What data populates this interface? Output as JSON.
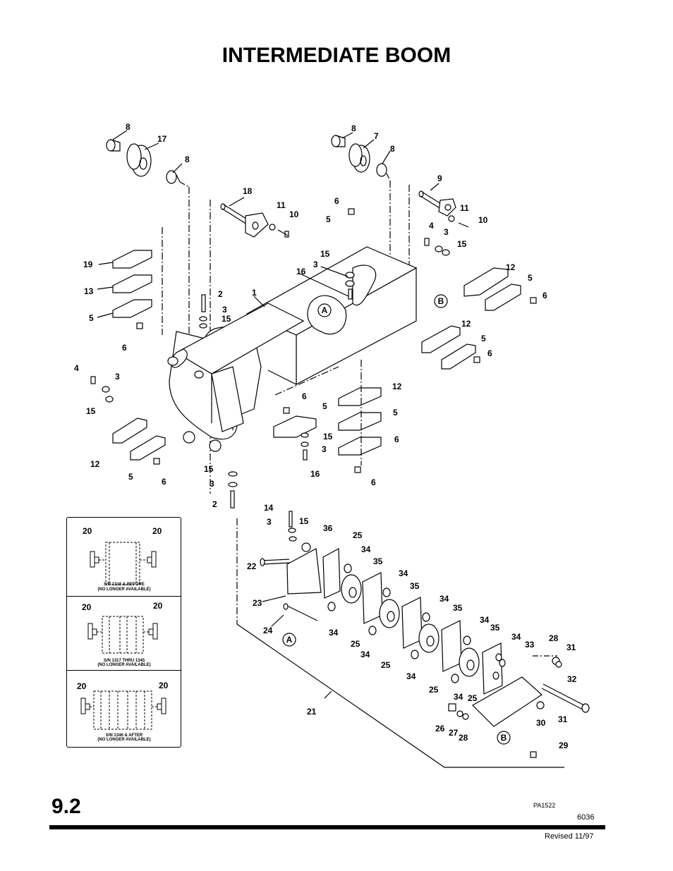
{
  "title": "INTERMEDIATE BOOM",
  "page_number": "9.2",
  "figure_id": "PA1522",
  "doc_number": "6036",
  "revised": "Revised  11/97",
  "inset": {
    "panel1": {
      "left_label": "20",
      "right_label": "20",
      "cap1": "S/N 1316 & BEFORE",
      "cap2": "(NO LONGER AVAILABLE)"
    },
    "panel2": {
      "left_label": "20",
      "right_label": "20",
      "cap1": "S/N 1317 THRU 1345",
      "cap2": "(NO LONGER AVAILABLE)"
    },
    "panel3": {
      "left_label": "20",
      "right_label": "20",
      "cap1": "S/N 1346 & AFTER",
      "cap2": "(NO LONGER AVAILABLE)"
    }
  },
  "detail_markers": [
    "A",
    "B",
    "A",
    "B"
  ],
  "callouts": [
    {
      "id": "c1",
      "t": "8"
    },
    {
      "id": "c2",
      "t": "17"
    },
    {
      "id": "c3",
      "t": "8"
    },
    {
      "id": "c4",
      "t": "8"
    },
    {
      "id": "c5",
      "t": "7"
    },
    {
      "id": "c6",
      "t": "8"
    },
    {
      "id": "c7",
      "t": "9"
    },
    {
      "id": "c8",
      "t": "18"
    },
    {
      "id": "c9",
      "t": "11"
    },
    {
      "id": "c10",
      "t": "10"
    },
    {
      "id": "c11",
      "t": "6"
    },
    {
      "id": "c12",
      "t": "5"
    },
    {
      "id": "c13",
      "t": "11"
    },
    {
      "id": "c14",
      "t": "10"
    },
    {
      "id": "c15",
      "t": "4"
    },
    {
      "id": "c16",
      "t": "3"
    },
    {
      "id": "c17",
      "t": "15"
    },
    {
      "id": "c18",
      "t": "19"
    },
    {
      "id": "c19",
      "t": "13"
    },
    {
      "id": "c20",
      "t": "5"
    },
    {
      "id": "c21",
      "t": "6"
    },
    {
      "id": "c22",
      "t": "15"
    },
    {
      "id": "c23",
      "t": "3"
    },
    {
      "id": "c24",
      "t": "16"
    },
    {
      "id": "c25",
      "t": "2"
    },
    {
      "id": "c26",
      "t": "3"
    },
    {
      "id": "c27",
      "t": "15"
    },
    {
      "id": "c28",
      "t": "1"
    },
    {
      "id": "c29",
      "t": "12"
    },
    {
      "id": "c30",
      "t": "5"
    },
    {
      "id": "c31",
      "t": "6"
    },
    {
      "id": "c32",
      "t": "12"
    },
    {
      "id": "c33",
      "t": "5"
    },
    {
      "id": "c34",
      "t": "6"
    },
    {
      "id": "c35",
      "t": "4"
    },
    {
      "id": "c36",
      "t": "3"
    },
    {
      "id": "c37",
      "t": "15"
    },
    {
      "id": "c38",
      "t": "12"
    },
    {
      "id": "c39",
      "t": "5"
    },
    {
      "id": "c40",
      "t": "6"
    },
    {
      "id": "c41",
      "t": "6"
    },
    {
      "id": "c42",
      "t": "5"
    },
    {
      "id": "c43",
      "t": "15"
    },
    {
      "id": "c44",
      "t": "3"
    },
    {
      "id": "c45",
      "t": "16"
    },
    {
      "id": "c46",
      "t": "12"
    },
    {
      "id": "c47",
      "t": "5"
    },
    {
      "id": "c48",
      "t": "6"
    },
    {
      "id": "c49",
      "t": "6"
    },
    {
      "id": "c50",
      "t": "15"
    },
    {
      "id": "c51",
      "t": "3"
    },
    {
      "id": "c52",
      "t": "2"
    },
    {
      "id": "c53",
      "t": "14"
    },
    {
      "id": "c54",
      "t": "3"
    },
    {
      "id": "c55",
      "t": "15"
    },
    {
      "id": "c56",
      "t": "36"
    },
    {
      "id": "c57",
      "t": "22"
    },
    {
      "id": "c58",
      "t": "25"
    },
    {
      "id": "c59",
      "t": "34"
    },
    {
      "id": "c60",
      "t": "35"
    },
    {
      "id": "c61",
      "t": "34"
    },
    {
      "id": "c62",
      "t": "23"
    },
    {
      "id": "c63",
      "t": "35"
    },
    {
      "id": "c64",
      "t": "34"
    },
    {
      "id": "c65",
      "t": "35"
    },
    {
      "id": "c66",
      "t": "24"
    },
    {
      "id": "c67",
      "t": "34"
    },
    {
      "id": "c68",
      "t": "25"
    },
    {
      "id": "c69",
      "t": "34"
    },
    {
      "id": "c70",
      "t": "34"
    },
    {
      "id": "c71",
      "t": "35"
    },
    {
      "id": "c72",
      "t": "25"
    },
    {
      "id": "c73",
      "t": "34"
    },
    {
      "id": "c74",
      "t": "33"
    },
    {
      "id": "c75",
      "t": "28"
    },
    {
      "id": "c76",
      "t": "31"
    },
    {
      "id": "c77",
      "t": "34"
    },
    {
      "id": "c78",
      "t": "25"
    },
    {
      "id": "c79",
      "t": "34"
    },
    {
      "id": "c80",
      "t": "25"
    },
    {
      "id": "c81",
      "t": "32"
    },
    {
      "id": "c82",
      "t": "21"
    },
    {
      "id": "c83",
      "t": "26"
    },
    {
      "id": "c84",
      "t": "27"
    },
    {
      "id": "c85",
      "t": "28"
    },
    {
      "id": "c86",
      "t": "30"
    },
    {
      "id": "c87",
      "t": "31"
    },
    {
      "id": "c88",
      "t": "29"
    }
  ]
}
